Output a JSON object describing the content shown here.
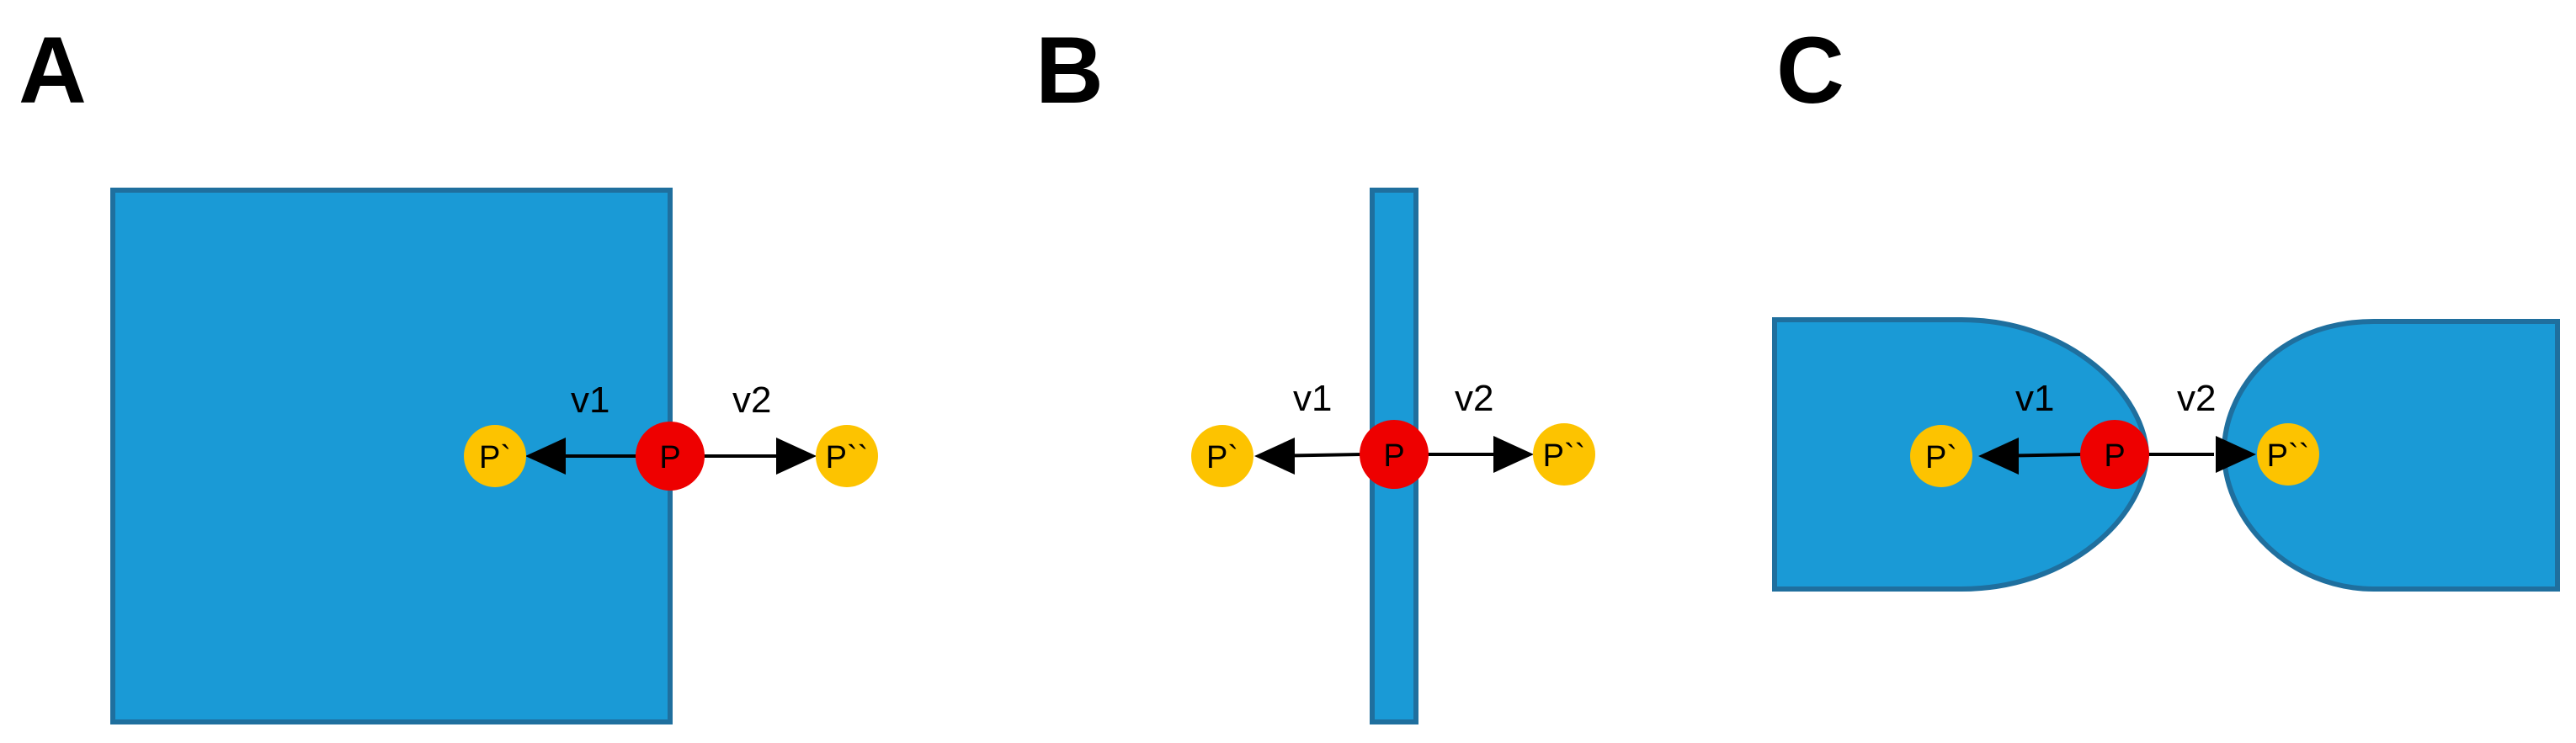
{
  "colors": {
    "fill": "#1a9ad6",
    "stroke": "#1f6f9e",
    "p_red": "#ee0000",
    "p_yellow": "#fdc300",
    "arrow": "#000000",
    "text": "#000000"
  },
  "panels": [
    {
      "letter": "A",
      "v1": "v1",
      "v2": "v2",
      "p": "P",
      "p1": "P`",
      "p2": "P``"
    },
    {
      "letter": "B",
      "v1": "v1",
      "v2": "v2",
      "p": "P",
      "p1": "P`",
      "p2": "P``"
    },
    {
      "letter": "C",
      "v1": "v1",
      "v2": "v2",
      "p": "P",
      "p1": "P`",
      "p2": "P``"
    }
  ]
}
